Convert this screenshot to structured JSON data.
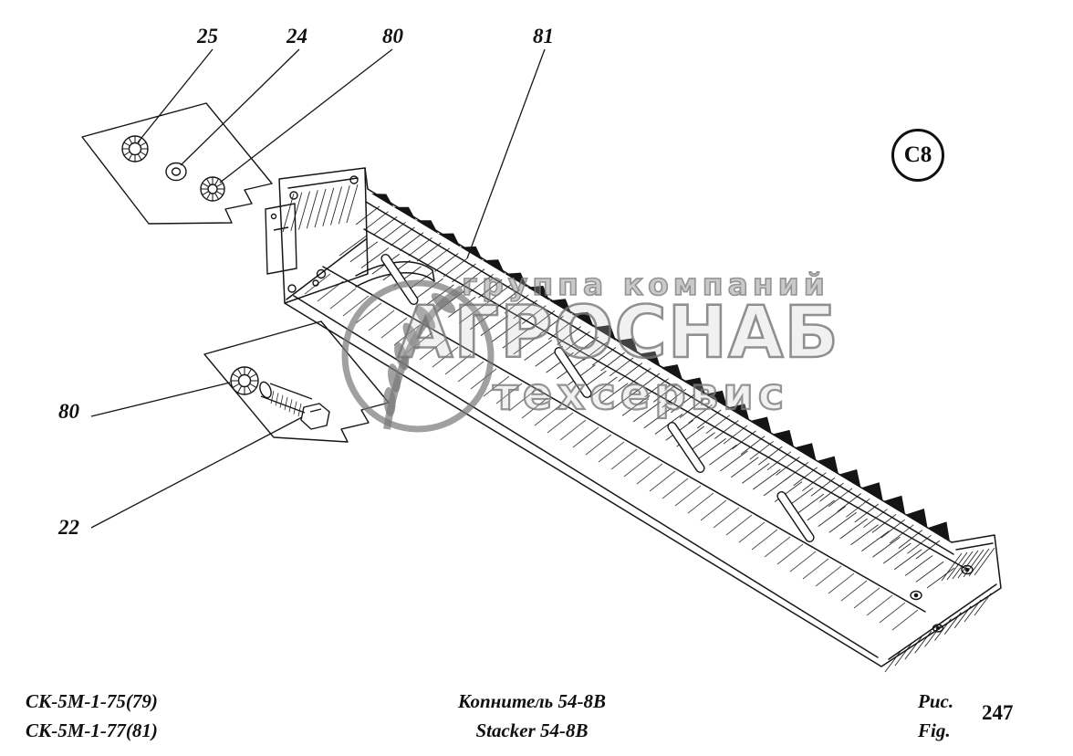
{
  "page": {
    "badge_label": "C8",
    "watermark": {
      "line1": "группа компаний",
      "line2": "АГРОСНАБ",
      "line3": "техсервис"
    },
    "callouts": {
      "nut_top": "25",
      "washer_top": "24",
      "washer_top2": "80",
      "body": "81",
      "washer_left": "80",
      "bolt_left": "22"
    },
    "footer": {
      "model_line1": "СК-5М-1-75(79)",
      "model_line2": "СК-5М-1-77(81)",
      "title_ru": "Копнитель 54-8В",
      "title_en": "Stacker 54-8B",
      "figure_label_ru": "Рис.",
      "figure_label_en": "Fig.",
      "figure_number": "247"
    }
  }
}
